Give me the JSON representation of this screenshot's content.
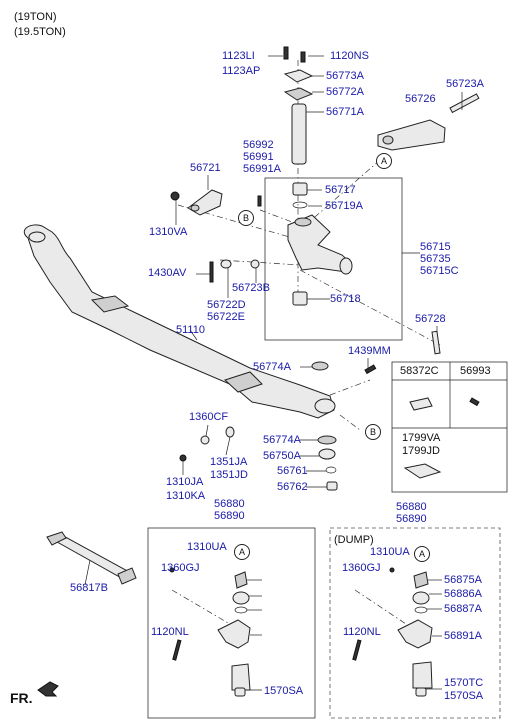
{
  "header": {
    "line1": "(19TON)",
    "line2": "(19.5TON)"
  },
  "callouts": {
    "a": "A",
    "b": "B"
  },
  "front_label": "FR.",
  "parts": {
    "p1123LI": "1123LI",
    "p1123AP": "1123AP",
    "p1120NS": "1120NS",
    "p56773A": "56773A",
    "p56772A": "56772A",
    "p56771A": "56771A",
    "p56723A": "56723A",
    "p56726": "56726",
    "p56992": "56992",
    "p56991": "56991",
    "p56991A": "56991A",
    "p56721": "56721",
    "p56717": "56717",
    "p56719A": "56719A",
    "p1310VA": "1310VA",
    "p56715": "56715",
    "p56735": "56735",
    "p56715C": "56715C",
    "p1430AV": "1430AV",
    "p56723B": "56723B",
    "p56718": "56718",
    "p56722D": "56722D",
    "p56722E": "56722E",
    "p56728": "56728",
    "p51110": "51110",
    "p1439MM": "1439MM",
    "p56774A_top": "56774A",
    "p1360CF": "1360CF",
    "p56774A_bot": "56774A",
    "p56750A": "56750A",
    "p1351JA": "1351JA",
    "p1351JD": "1351JD",
    "p56761": "56761",
    "p1310JA": "1310JA",
    "p1310KA": "1310KA",
    "p56762": "56762",
    "p56880_l": "56880",
    "p56890_l": "56890",
    "p56880_r": "56880",
    "p56890_r": "56890",
    "p1310UA_l": "1310UA",
    "p1360GJ_l": "1360GJ",
    "p56817B": "56817B",
    "p1120NL_l": "1120NL",
    "p1570SA_l": "1570SA",
    "p1310UA_r": "1310UA",
    "p1360GJ_r": "1360GJ",
    "p56875A": "56875A",
    "p56886A": "56886A",
    "p56887A": "56887A",
    "p1120NL_r": "1120NL",
    "p56891A": "56891A",
    "p1570TC": "1570TC",
    "p1570SA_r": "1570SA"
  },
  "inset": {
    "col1": "58372C",
    "col2": "56993",
    "row2_line1": "1799VA",
    "row2_line2": "1799JD"
  },
  "dump_label": "(DUMP)"
}
